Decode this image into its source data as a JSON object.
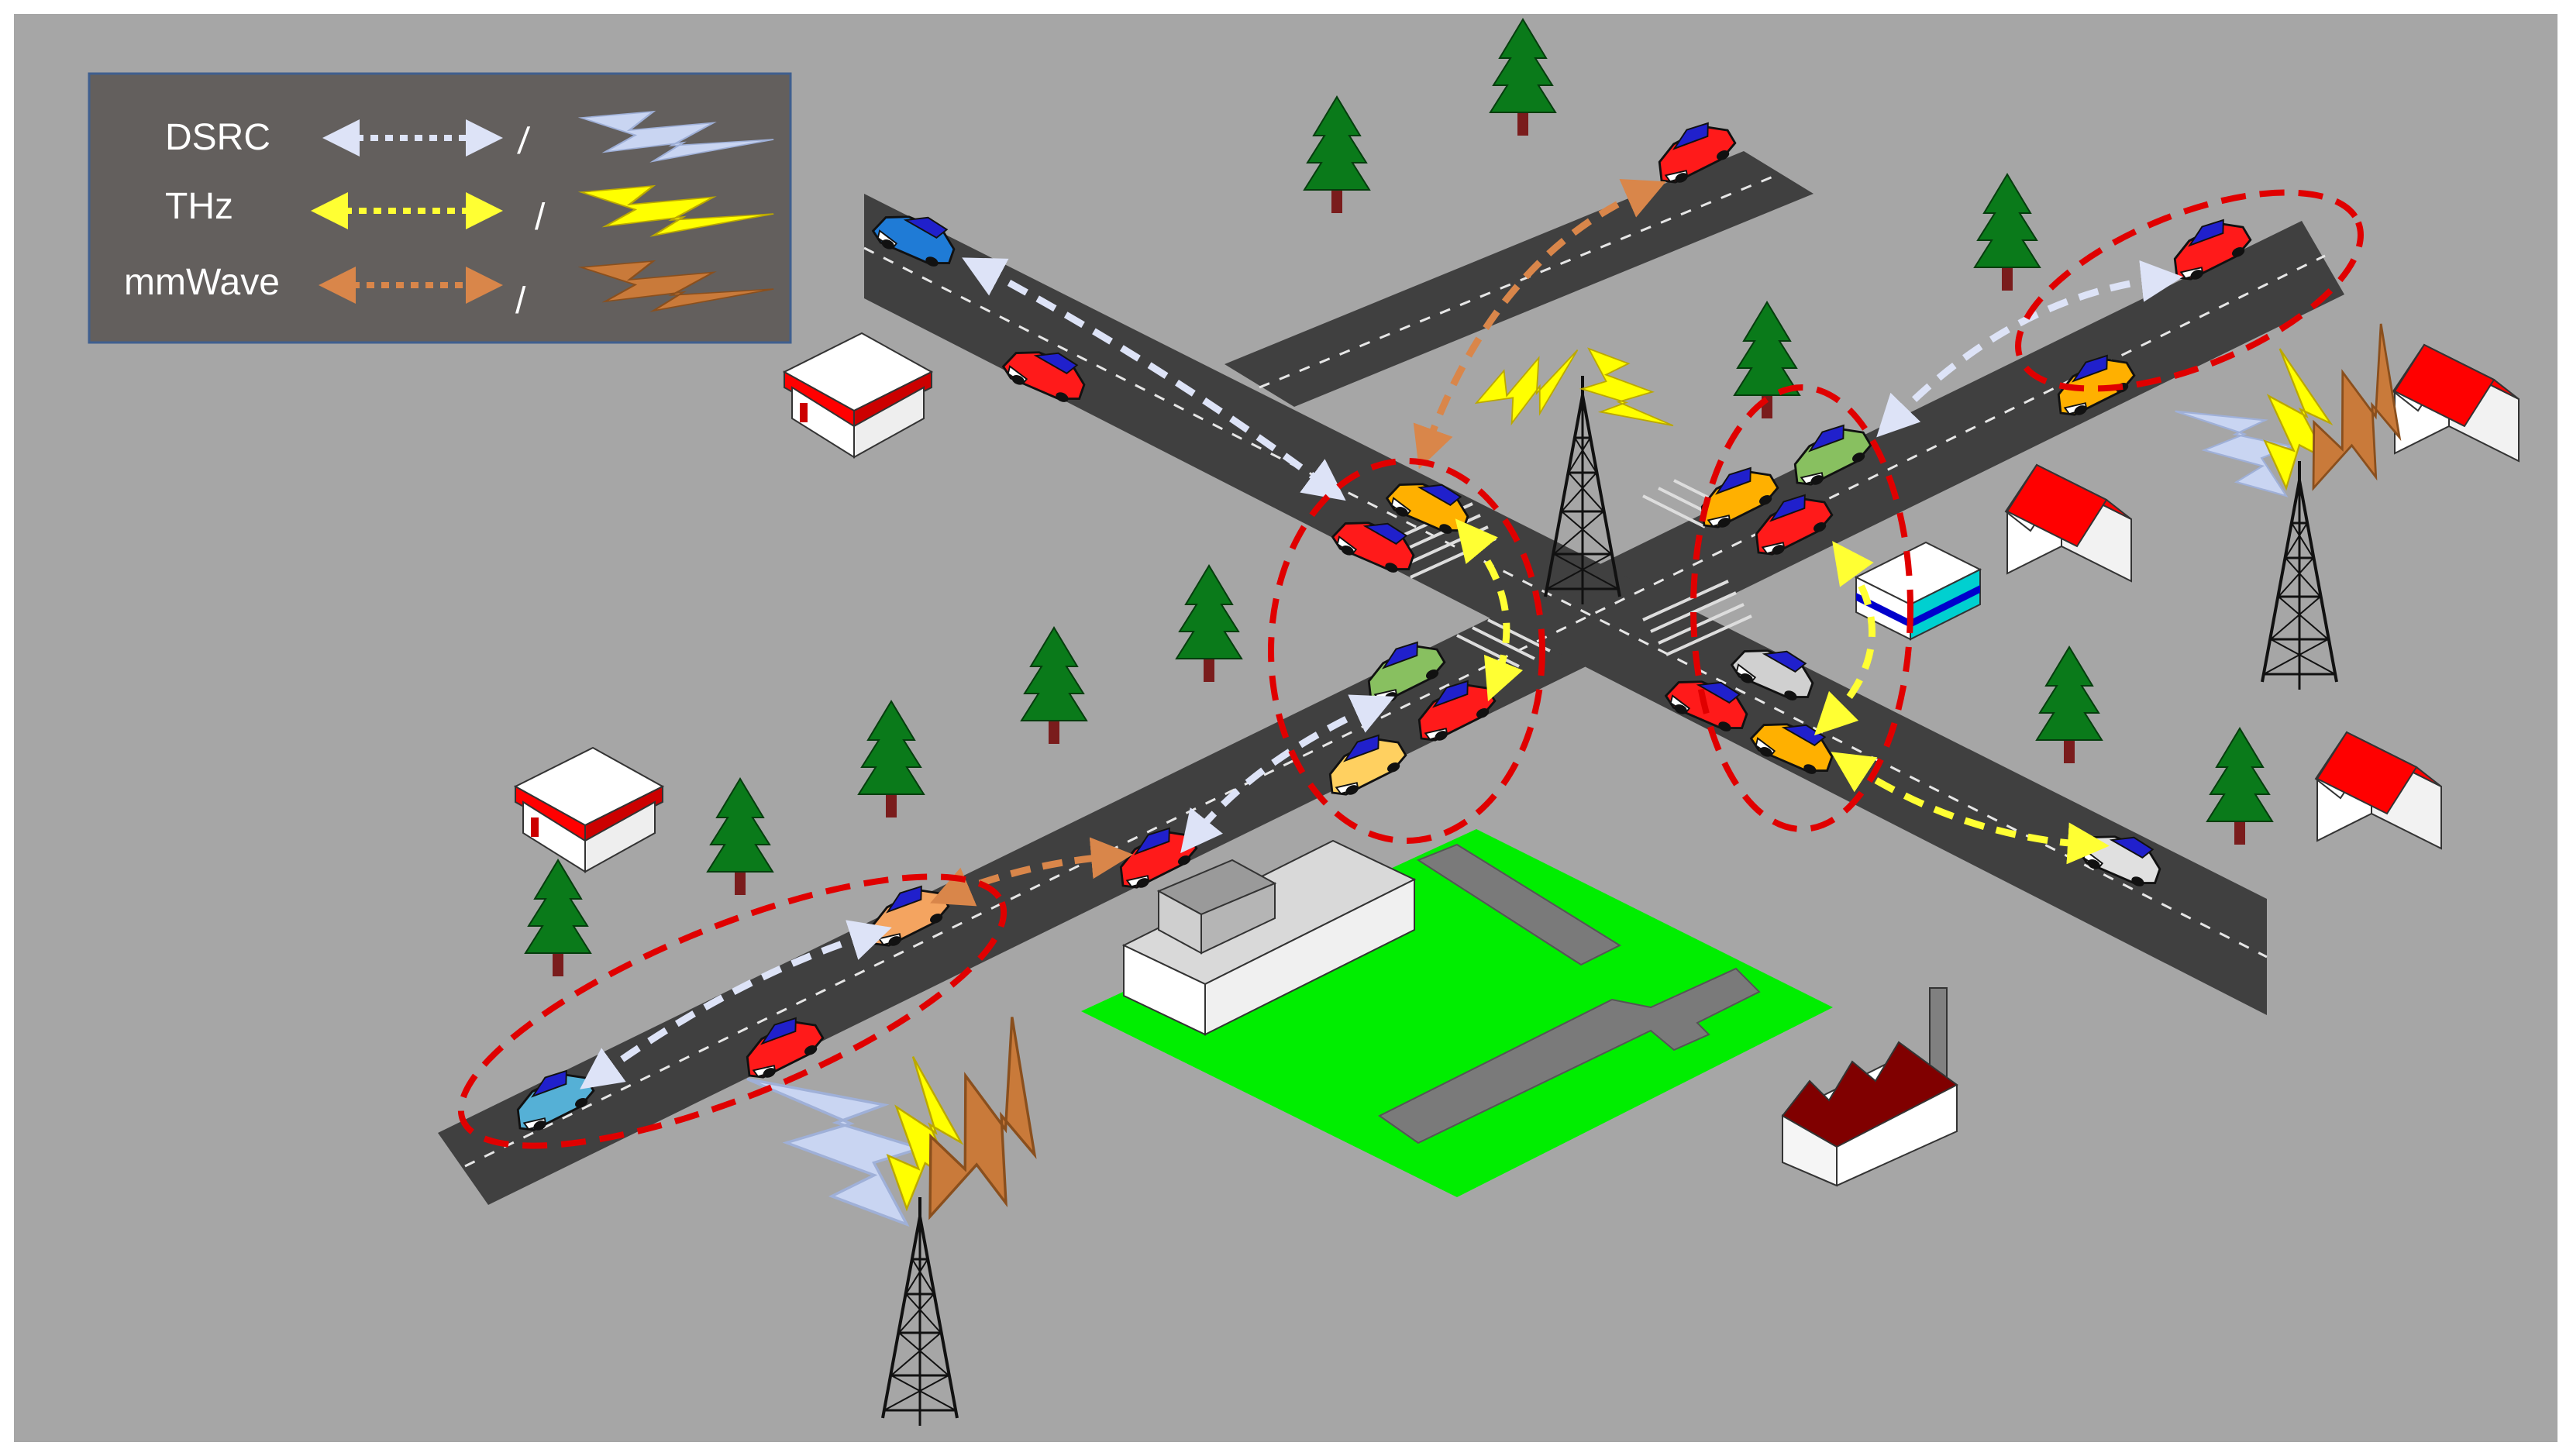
{
  "legend": {
    "items": [
      {
        "label": "DSRC",
        "link_color": "#dde3f7",
        "bolt_color": "#c9d5f2"
      },
      {
        "label": "THz",
        "link_color": "#ffff33",
        "bolt_color": "#ffff00"
      },
      {
        "label": "mmWave",
        "link_color": "#d9864a",
        "bolt_color": "#c97a3a"
      }
    ],
    "separator": "/"
  },
  "colors": {
    "background": "#a6a6a6",
    "road": "#404040",
    "airfield": "#00ee00",
    "cluster_outline": "#e00000",
    "tree": "#0a7a1a",
    "house_roof": "#ff0000"
  },
  "scene_icons": [
    "tower-icon",
    "car-icon",
    "tree-icon",
    "house-icon",
    "gas-station-icon",
    "shop-icon",
    "factory-icon",
    "terminal-building-icon",
    "runway-icon"
  ]
}
